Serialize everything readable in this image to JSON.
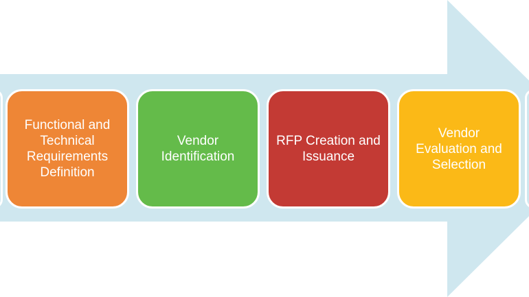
{
  "diagram": {
    "type": "process-arrow",
    "arrow_color": "#cfe7ef",
    "steps": [
      {
        "label": "Functional and Technical Requirements Definition",
        "color": "#ee8636"
      },
      {
        "label": "Vendor Identification",
        "color": "#64bb4a"
      },
      {
        "label": "RFP Creation and Issuance",
        "color": "#c33a34"
      },
      {
        "label": "Vendor Evaluation and Selection",
        "color": "#fbb917"
      }
    ]
  }
}
